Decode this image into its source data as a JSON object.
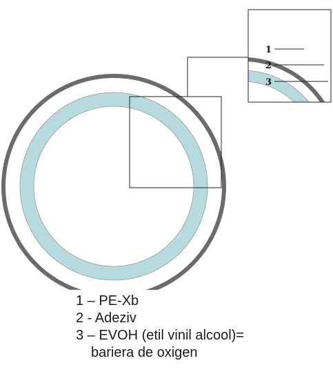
{
  "callouts": [
    {
      "label": "1"
    },
    {
      "label": "2"
    },
    {
      "label": "3"
    }
  ],
  "legend": {
    "item1": "1 – PE-Xb",
    "item2": "2 - Adeziv",
    "item3": "3 – EVOH (etil vinil alcool)=",
    "item3_cont": "bariera de oxigen"
  },
  "colors": {
    "outer_ring": "#6b6b6b",
    "pipe_body": "#b6dade",
    "edge_line": "#9a9a9a",
    "frame": "#222222"
  }
}
